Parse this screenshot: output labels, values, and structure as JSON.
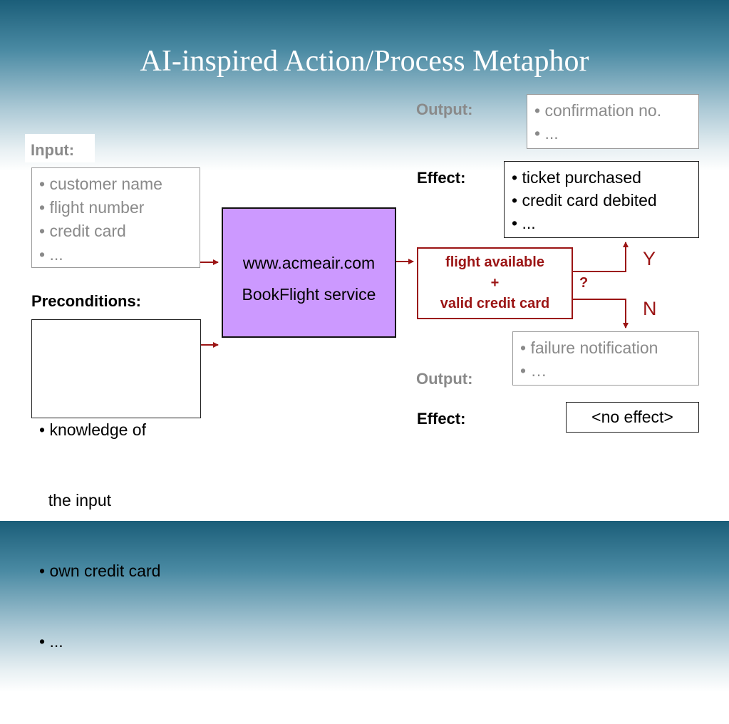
{
  "title": "AI-inspired Action/Process Metaphor",
  "input": {
    "label": "Input:",
    "items": [
      "• customer name",
      "• flight number",
      "• credit card",
      "• ..."
    ]
  },
  "preconditions": {
    "label": "Preconditions:",
    "items": [
      "• knowledge of",
      "  the input",
      "• own credit card",
      "• ..."
    ]
  },
  "service": {
    "line1": "www.acmeair.com",
    "line2": "BookFlight service"
  },
  "condition": {
    "line1": "flight available",
    "line2": "+",
    "line3": "valid credit card",
    "question": "?"
  },
  "branches": {
    "yes": "Y",
    "no": "N"
  },
  "success": {
    "output_label": "Output:",
    "output_items": [
      "• confirmation no.",
      "• ..."
    ],
    "effect_label": "Effect:",
    "effect_items": [
      "• ticket purchased",
      "• credit card debited",
      "• ..."
    ]
  },
  "failure": {
    "output_label": "Output:",
    "output_items": [
      "• failure notification",
      "• …"
    ],
    "effect_label": "Effect:",
    "effect_value": "<no effect>"
  },
  "colors": {
    "arrow": "#9b1414",
    "service_fill": "#cc99ff",
    "header_gradient_top": "#1b5e79"
  }
}
